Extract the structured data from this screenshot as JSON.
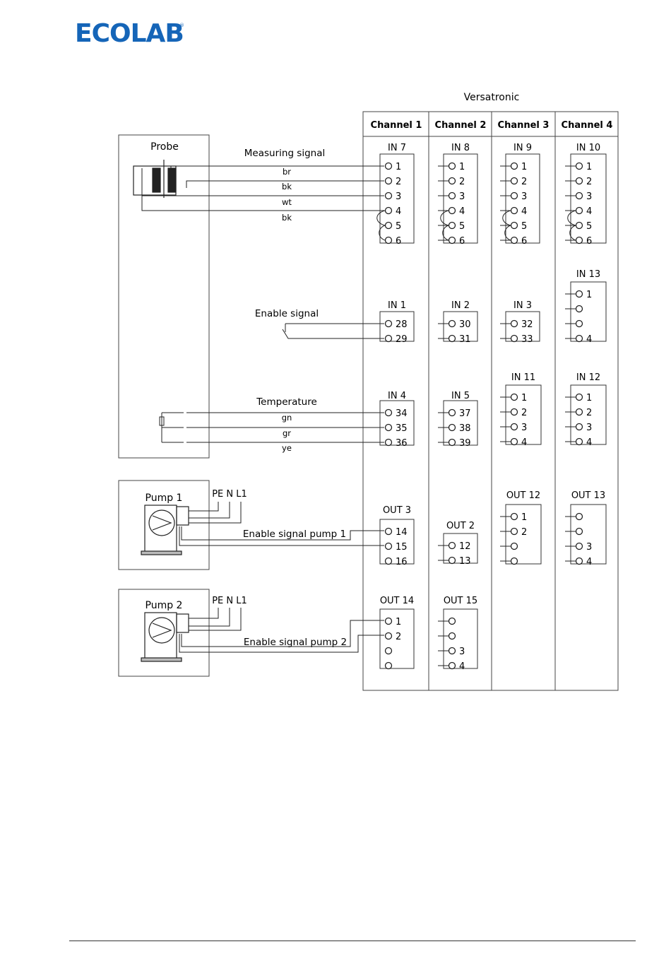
{
  "logo": {
    "text": "ECOLAB",
    "color": "#1565b8"
  },
  "title": "Versatronic",
  "channels": [
    "Channel 1",
    "Channel 2",
    "Channel 3",
    "Channel 4"
  ],
  "devices": {
    "probe": "Probe",
    "pump1": "Pump 1",
    "pump2": "Pump 2",
    "power1": "PE N L1",
    "power2": "PE N L1"
  },
  "signals": {
    "measuring": "Measuring signal",
    "enable": "Enable signal",
    "temperature": "Temperature",
    "enable_pump1": "Enable signal pump 1",
    "enable_pump2": "Enable signal pump 2"
  },
  "wires": {
    "measuring": [
      "br",
      "bk",
      "wt",
      "bk"
    ],
    "temperature": [
      "gn",
      "gr",
      "ye"
    ]
  },
  "blocks": [
    {
      "label": "IN 7",
      "terms": [
        "1",
        "2",
        "3",
        "4",
        "5",
        "6"
      ]
    },
    {
      "label": "IN 8",
      "terms": [
        "1",
        "2",
        "3",
        "4",
        "5",
        "6"
      ]
    },
    {
      "label": "IN 9",
      "terms": [
        "1",
        "2",
        "3",
        "4",
        "5",
        "6"
      ]
    },
    {
      "label": "IN 10",
      "terms": [
        "1",
        "2",
        "3",
        "4",
        "5",
        "6"
      ]
    },
    {
      "label": "IN 13",
      "terms": [
        "1",
        "",
        "",
        "4"
      ]
    },
    {
      "label": "IN 1",
      "terms": [
        "28",
        "29"
      ]
    },
    {
      "label": "IN 2",
      "terms": [
        "30",
        "31"
      ]
    },
    {
      "label": "IN 3",
      "terms": [
        "32",
        "33"
      ]
    },
    {
      "label": "IN 11",
      "terms": [
        "1",
        "2",
        "3",
        "4"
      ]
    },
    {
      "label": "IN 12",
      "terms": [
        "1",
        "2",
        "3",
        "4"
      ]
    },
    {
      "label": "IN 4",
      "terms": [
        "34",
        "35",
        "36"
      ]
    },
    {
      "label": "IN 5",
      "terms": [
        "37",
        "38",
        "39"
      ]
    },
    {
      "label": "OUT 12",
      "terms": [
        "1",
        "2",
        "",
        ""
      ]
    },
    {
      "label": "OUT 13",
      "terms": [
        "",
        "",
        "3",
        "4"
      ]
    },
    {
      "label": "OUT 3",
      "terms": [
        "14",
        "15",
        "16"
      ]
    },
    {
      "label": "OUT 2",
      "terms": [
        "12",
        "13"
      ]
    },
    {
      "label": "OUT 14",
      "terms": [
        "1",
        "2",
        "",
        ""
      ]
    },
    {
      "label": "OUT 15",
      "terms": [
        "",
        "",
        "3",
        "4"
      ]
    }
  ]
}
